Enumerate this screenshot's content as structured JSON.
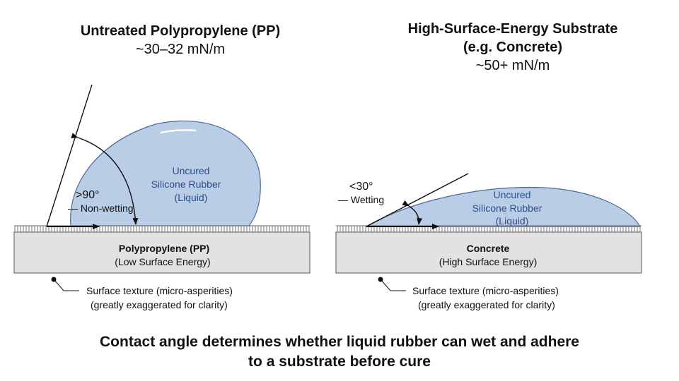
{
  "left": {
    "title": "Untreated Polypropylene (PP)",
    "subtitle": "~30–32 mN/m",
    "drop_label": [
      "Uncured",
      "Silicone Rubber",
      "(Liquid)"
    ],
    "angle_label": ">90°",
    "angle_note": "— Non-wetting",
    "substrate_name": "Polypropylene (PP)",
    "substrate_desc": "(Low Surface Energy)",
    "texture_note": [
      "Surface texture (micro-asperities)",
      "(greatly exaggerated for clarity)"
    ]
  },
  "right": {
    "title_line1": "High-Surface-Energy Substrate",
    "title_line2": "(e.g. Concrete)",
    "subtitle": "~50+ mN/m",
    "drop_label": [
      "Uncured",
      "Silicone Rubber",
      "(Liquid)"
    ],
    "angle_label": "<30°",
    "angle_note": "— Wetting",
    "substrate_name": "Concrete",
    "substrate_desc": "(High Surface Energy)",
    "texture_note": [
      "Surface texture (micro-asperities)",
      "(greatly exaggerated for clarity)"
    ]
  },
  "caption": [
    "Contact angle determines whether liquid rubber can wet and adhere",
    "to a substrate before cure"
  ],
  "colors": {
    "drop_fill": "#b9cde6",
    "drop_stroke": "#4a6a9a",
    "drop_text": "#2b4f86",
    "substrate_fill": "#e2e2e2",
    "substrate_stroke": "#555555"
  }
}
